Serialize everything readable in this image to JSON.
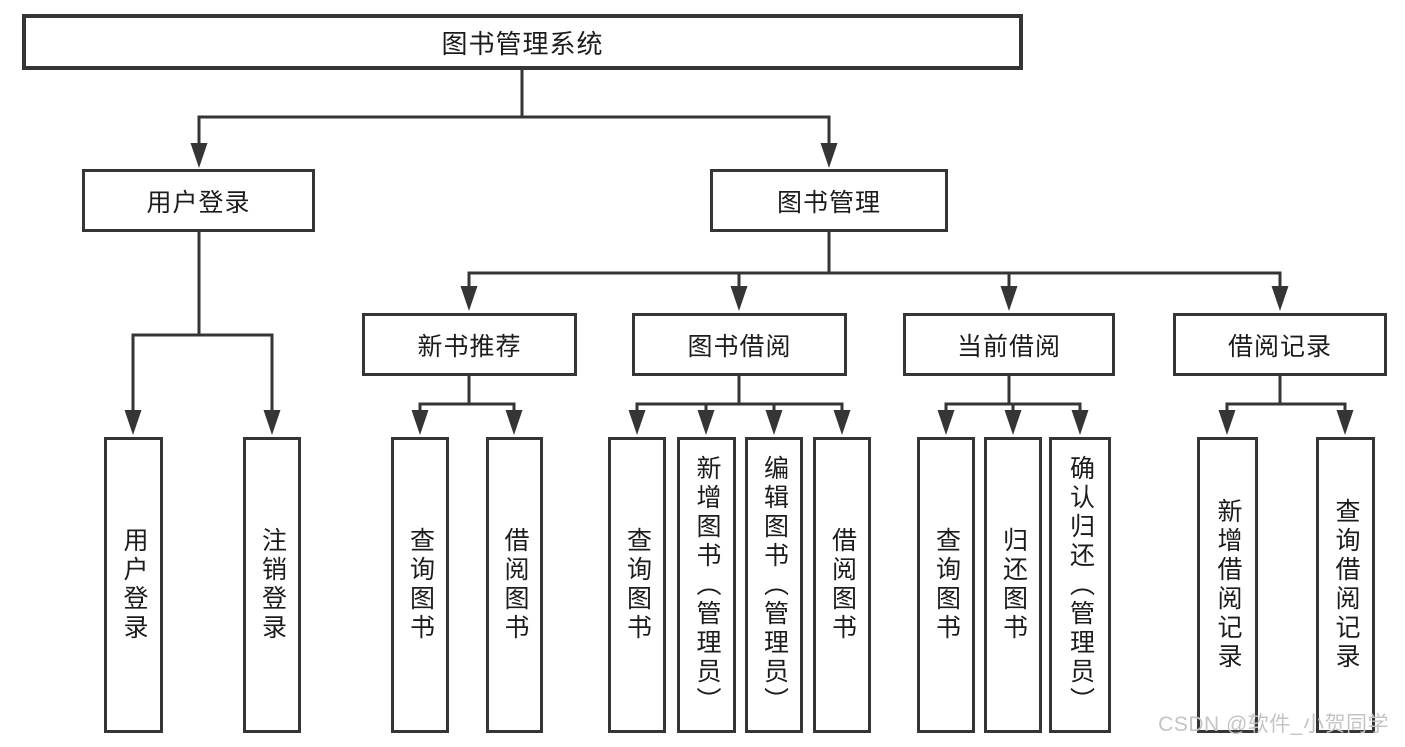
{
  "colors": {
    "line": "#353535",
    "box_border": "#353535",
    "text": "#1c1c1c",
    "background": "#ffffff",
    "watermark": "#c4c4c4"
  },
  "tree": {
    "root": "图书管理系统",
    "branches": [
      "用户登录",
      "图书管理"
    ],
    "modules": [
      "新书推荐",
      "图书借阅",
      "当前借阅",
      "借阅记录"
    ],
    "leaves": [
      "用户登录",
      "注销登录",
      "查询图书",
      "借阅图书",
      "查询图书",
      "新增图书（管理员）",
      "编辑图书（管理员）",
      "借阅图书",
      "查询图书",
      "归还图书",
      "确认归还（管理员）",
      "新增借阅记录",
      "查询借阅记录"
    ]
  },
  "watermark": "CSDN @软件_小贺同学"
}
